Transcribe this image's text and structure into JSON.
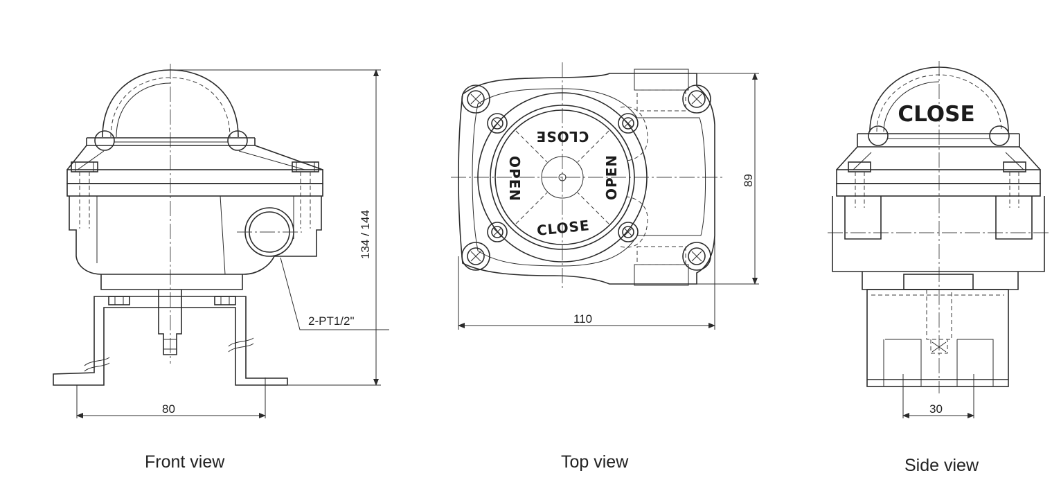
{
  "views": {
    "front": {
      "caption": "Front view",
      "dim_width": "80",
      "dim_height": "134 / 144",
      "port_label": "2-PT1/2\""
    },
    "top": {
      "caption": "Top view",
      "dim_width": "110",
      "dim_height": "89",
      "indicator": {
        "top_label": "CLOSE",
        "bottom_label": "CLOSE",
        "left_label": "OPEN",
        "right_label": "OPEN"
      }
    },
    "side": {
      "caption": "Side view",
      "dim_width": "30",
      "indicator_label": "CLOSE"
    }
  }
}
